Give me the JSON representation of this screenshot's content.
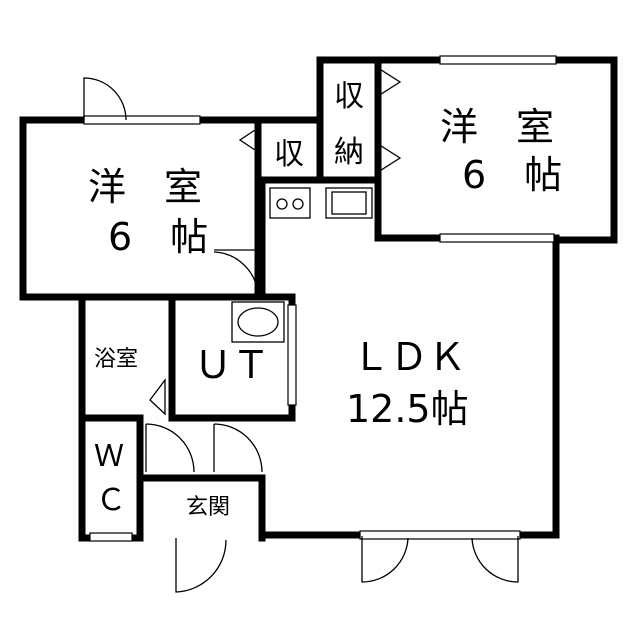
{
  "floor_plan": {
    "rooms": {
      "western_room_left": {
        "name": "洋　室",
        "size": "6　帖"
      },
      "western_room_right": {
        "name": "洋　室",
        "size": "6　帖"
      },
      "storage_left": {
        "name": "収"
      },
      "storage_vertical": {
        "line1": "収",
        "line2": "納"
      },
      "bathroom": {
        "name": "浴室"
      },
      "utility": {
        "name": "ＵＴ"
      },
      "ldk": {
        "name": "ＬＤＫ",
        "size": "12.5帖"
      },
      "toilet": {
        "line1": "Ｗ",
        "line2": "Ｃ"
      },
      "entrance": {
        "name": "玄関"
      }
    }
  }
}
